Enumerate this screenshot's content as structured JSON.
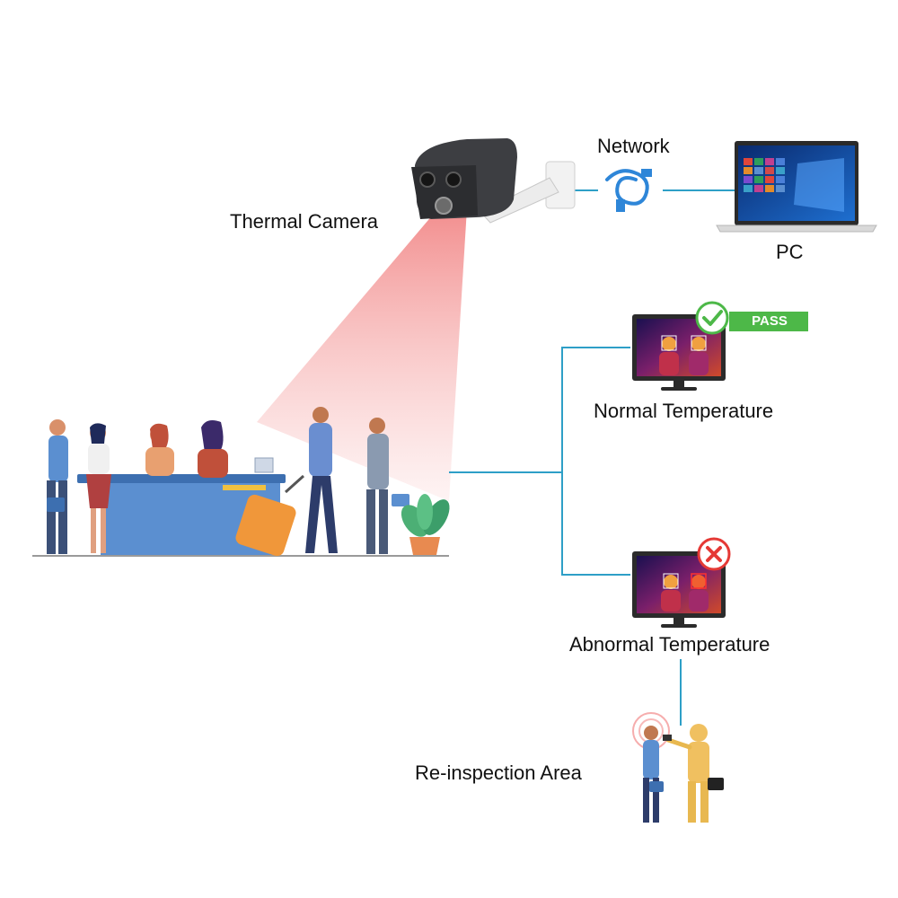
{
  "labels": {
    "thermal_camera": "Thermal Camera",
    "network": "Network",
    "pc": "PC",
    "normal_temperature": "Normal Temperature",
    "abnormal_temperature": "Abnormal Temperature",
    "reinspection_area": "Re-inspection Area"
  },
  "badges": {
    "pass": "PASS"
  },
  "colors": {
    "connector_line": "#2e9fc7",
    "pass_green": "#4db848",
    "fail_red": "#e53935",
    "beam": "#f5a3a3",
    "camera_body": "#3d3e42",
    "counter_blue": "#5b8fd0"
  },
  "icons": [
    "thermal-camera-icon",
    "ethernet-cable-icon",
    "laptop-icon",
    "monitor-icon",
    "checkmark-icon",
    "x-mark-icon",
    "people-icon"
  ]
}
